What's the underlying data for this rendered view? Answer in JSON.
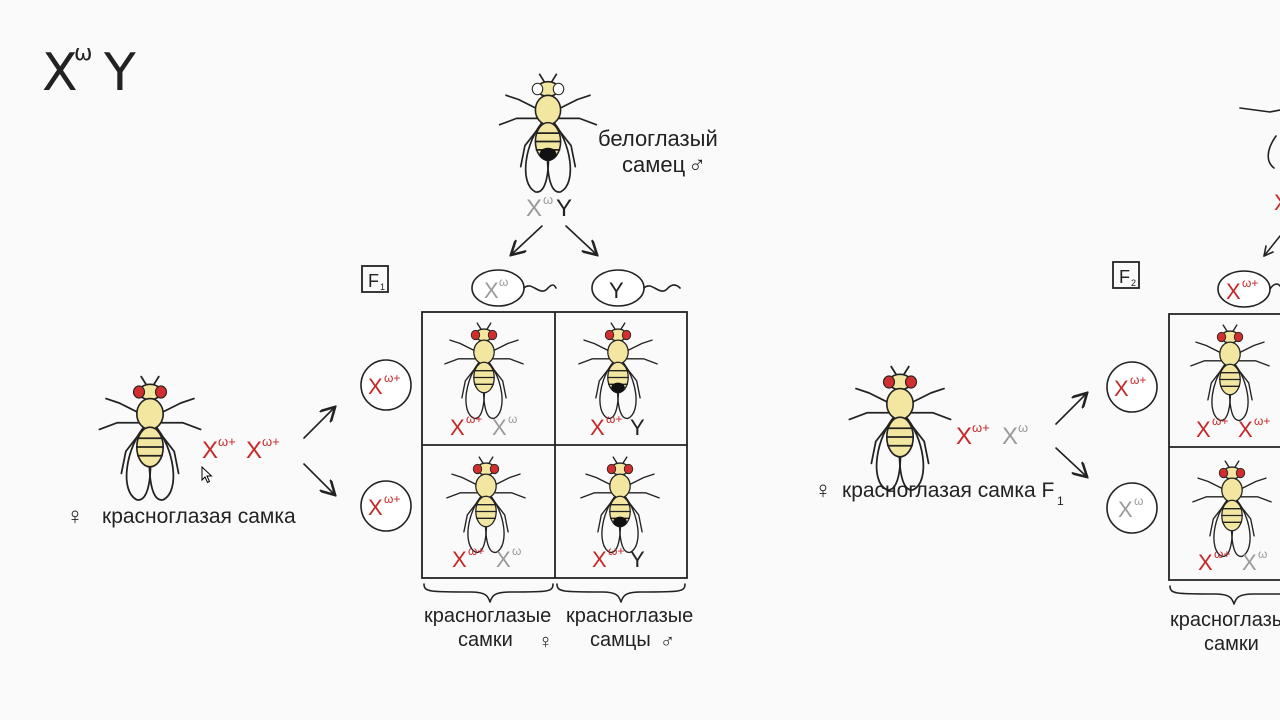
{
  "corner_label": {
    "base": "X",
    "sup": "ω",
    "tail": "Y"
  },
  "male_parent": {
    "name_line1": "белоглазый",
    "name_line2": "самец",
    "sex_symbol": "♂",
    "genotype_base": "X",
    "genotype_sup": "ω",
    "genotype_tail": "Y"
  },
  "female_parent_1": {
    "genotype_1": "X",
    "sup_1": "ω+",
    "genotype_2": "X",
    "sup_2": "ω+",
    "sex_symbol": "♀",
    "label": "красноглазая самка"
  },
  "punnett_1": {
    "tag": "F",
    "tag_sub": "1",
    "gamete_top_1": {
      "base": "X",
      "sup": "ω"
    },
    "gamete_top_2": {
      "base": "Y",
      "sup": ""
    },
    "gamete_left_1": {
      "base": "X",
      "sup": "ω+"
    },
    "gamete_left_2": {
      "base": "X",
      "sup": "ω+"
    },
    "cell_11": {
      "a": "X",
      "a_sup": "ω+",
      "b": "X",
      "b_sup": "ω"
    },
    "cell_12": {
      "a": "X",
      "a_sup": "ω+",
      "b": "Y"
    },
    "cell_21": {
      "a": "X",
      "a_sup": "ω+",
      "b": "X",
      "b_sup": "ω"
    },
    "cell_22": {
      "a": "X",
      "a_sup": "ω+",
      "b": "Y"
    },
    "caption_left_1": "красноглазые",
    "caption_left_2": "самки",
    "caption_left_sym": "♀",
    "caption_right_1": "красноглазые",
    "caption_right_2": "самцы",
    "caption_right_sym": "♂"
  },
  "female_parent_2": {
    "genotype_1": "X",
    "sup_1": "ω+",
    "genotype_2": "X",
    "sup_2": "ω",
    "sex_symbol": "♀",
    "label": "красноглазая самка F",
    "label_sub": "1"
  },
  "punnett_2": {
    "tag": "F",
    "tag_sub": "2",
    "gamete_top_1": {
      "base": "X",
      "sup": "ω+"
    },
    "gamete_left_1": {
      "base": "X",
      "sup": "ω+"
    },
    "gamete_left_2": {
      "base": "X",
      "sup": "ω"
    },
    "cell_11": {
      "a": "X",
      "a_sup": "ω+",
      "b": "X",
      "b_sup": "ω+"
    },
    "cell_21": {
      "a": "X",
      "a_sup": "ω+",
      "b": "X",
      "b_sup": "ω"
    },
    "caption_1": "красноглазые",
    "caption_2": "самки"
  },
  "colors": {
    "ink": "#222222",
    "red": "#c62828",
    "gray": "#9a9a9a",
    "fly_body": "#f3e6a0",
    "eye_red": "#d12f2f"
  }
}
